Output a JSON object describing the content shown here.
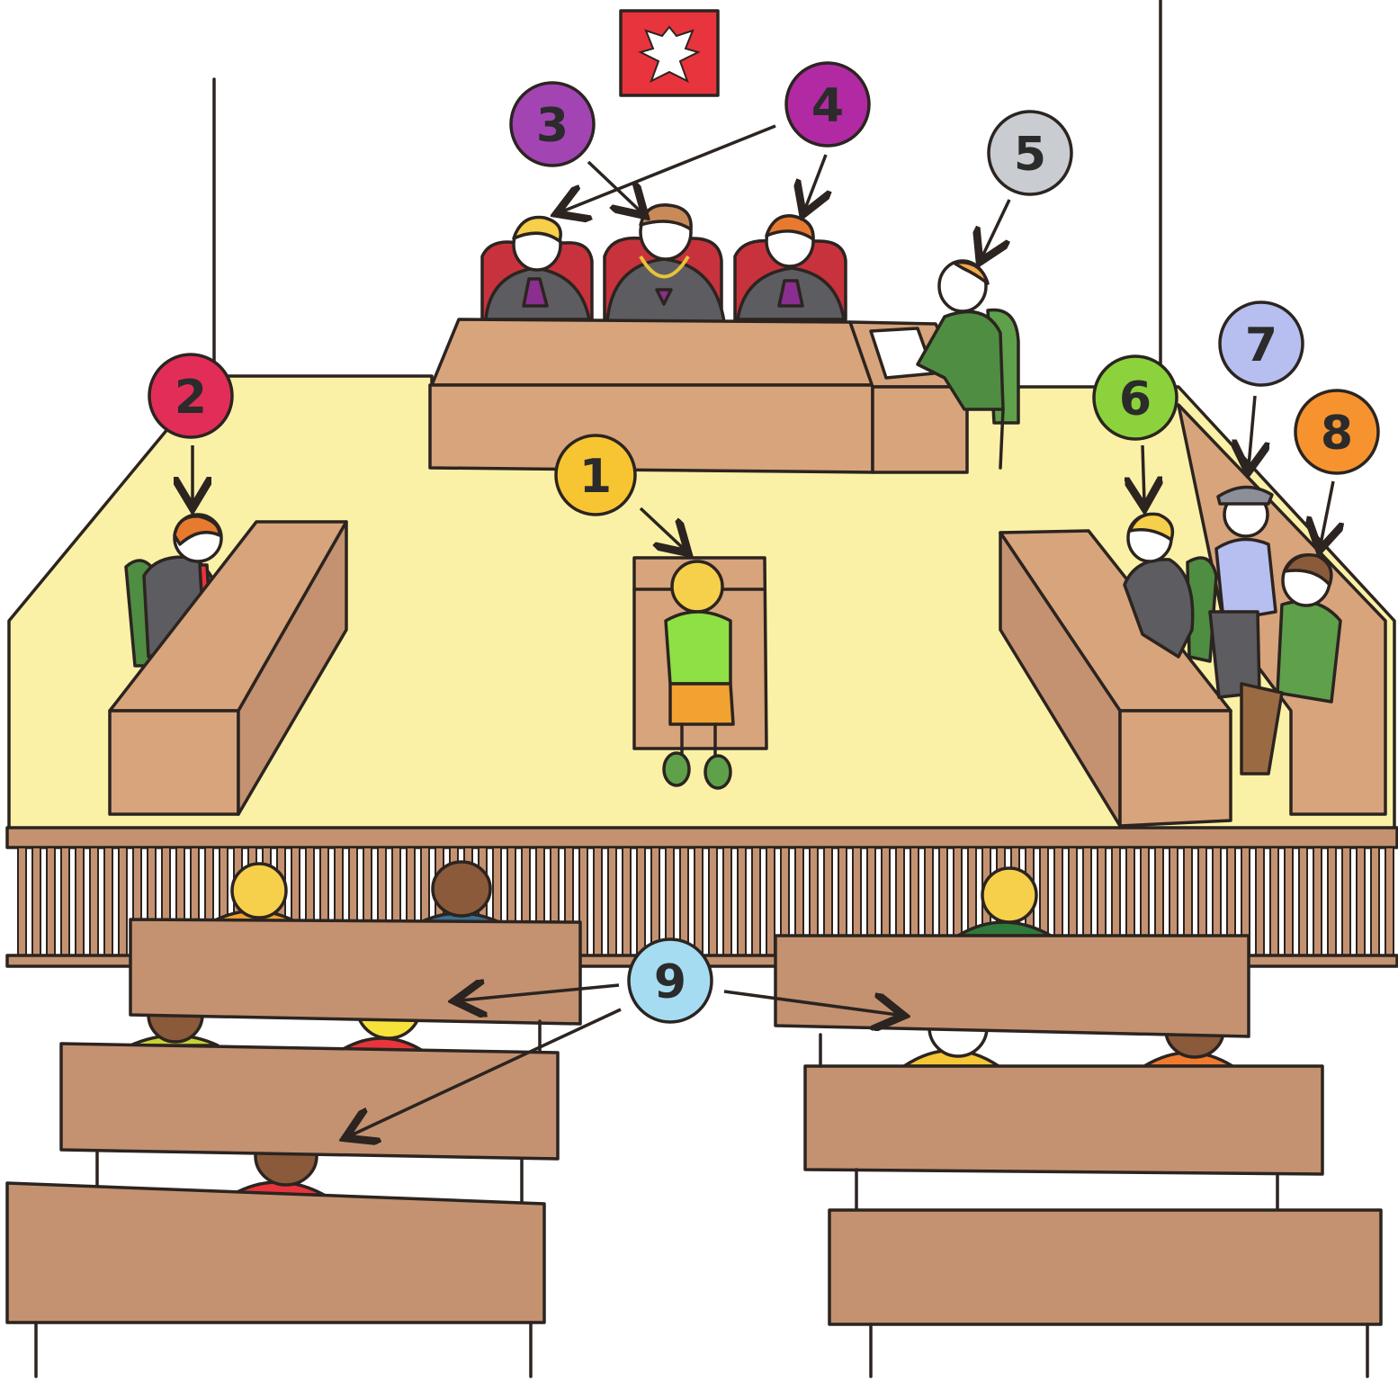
{
  "markers": [
    {
      "id": "marker-1",
      "label": "1",
      "color": "#f7c531",
      "role": "defendant"
    },
    {
      "id": "marker-2",
      "label": "2",
      "color": "#e32d59",
      "role": "prosecutor"
    },
    {
      "id": "marker-3",
      "label": "3",
      "color": "#a245b3",
      "role": "lay-judges"
    },
    {
      "id": "marker-4",
      "label": "4",
      "color": "#b12aa3",
      "role": "judges"
    },
    {
      "id": "marker-5",
      "label": "5",
      "color": "#c9ccd0",
      "role": "court-clerk"
    },
    {
      "id": "marker-6",
      "label": "6",
      "color": "#8cd23c",
      "role": "defense-attorney"
    },
    {
      "id": "marker-7",
      "label": "7",
      "color": "#b7bff0",
      "role": "police-officer"
    },
    {
      "id": "marker-8",
      "label": "8",
      "color": "#f7932f",
      "role": "defendant-bench"
    },
    {
      "id": "marker-9",
      "label": "9",
      "color": "#a6dcf2",
      "role": "audience"
    }
  ],
  "colors": {
    "floor": "#fbf1a6",
    "wood": "#d8a47c",
    "wood_dark": "#b98558",
    "bench": "#c49271",
    "robe": "#5d5c60",
    "emblem_red": "#e8343c",
    "outline": "#2b2420"
  },
  "icons": [
    "eagle-emblem-icon"
  ]
}
